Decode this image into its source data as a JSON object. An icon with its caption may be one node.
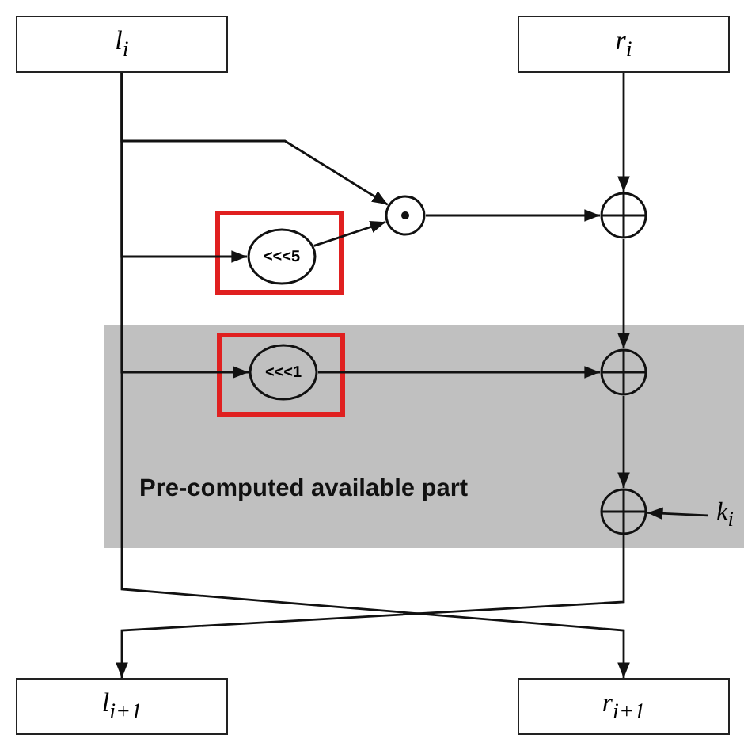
{
  "diagram": {
    "nodes": [
      {
        "text": [
          "*l*$_{i}$"
        ]
      },
      {
        "text": [
          "*r*$_{i}$"
        ]
      },
      {
        "text": [],
        "shape": "circle"
      },
      {
        "text": [],
        "shape": "box"
      },
      {
        "text": [
          "<<<5"
        ],
        "in": 3
      },
      {
        "text": [],
        "shape": "circle"
      },
      {
        "text": [
          "Pre-computed available part"
        ]
      },
      {
        "text": [],
        "shape": "box",
        "in": 6
      },
      {
        "text": [
          "<<<1"
        ],
        "in": 7
      },
      {
        "text": [],
        "shape": "circle",
        "in": 6
      },
      {
        "text": [],
        "shape": "circle",
        "in": 6
      },
      {
        "text": [
          "*k*$_{i}$"
        ],
        "in": 6
      },
      {
        "text": [
          "*l*$_{i+1}$"
        ]
      },
      {
        "text": [
          "*r*$_{i+1}$"
        ]
      }
    ],
    "edges": [
      {
        "from": 0,
        "to": 2,
        "arrow": "to"
      },
      {
        "from": 0,
        "to": 4,
        "arrow": "to"
      },
      {
        "from": 4,
        "to": 2,
        "arrow": "to"
      },
      {
        "from": 2,
        "to": 5,
        "arrow": "to"
      },
      {
        "from": 1,
        "to": 5,
        "arrow": "to"
      },
      {
        "from": 0,
        "to": 8,
        "arrow": "to"
      },
      {
        "from": 8,
        "to": 9,
        "arrow": "to"
      },
      {
        "from": 5,
        "to": 9,
        "arrow": "to"
      },
      {
        "from": 9,
        "to": 10,
        "arrow": "to"
      },
      {
        "from": 11,
        "to": 10,
        "arrow": "to"
      },
      {
        "from": 0,
        "to": 13,
        "arrow": "to"
      },
      {
        "from": 10,
        "to": 12,
        "arrow": "to"
      }
    ]
  }
}
